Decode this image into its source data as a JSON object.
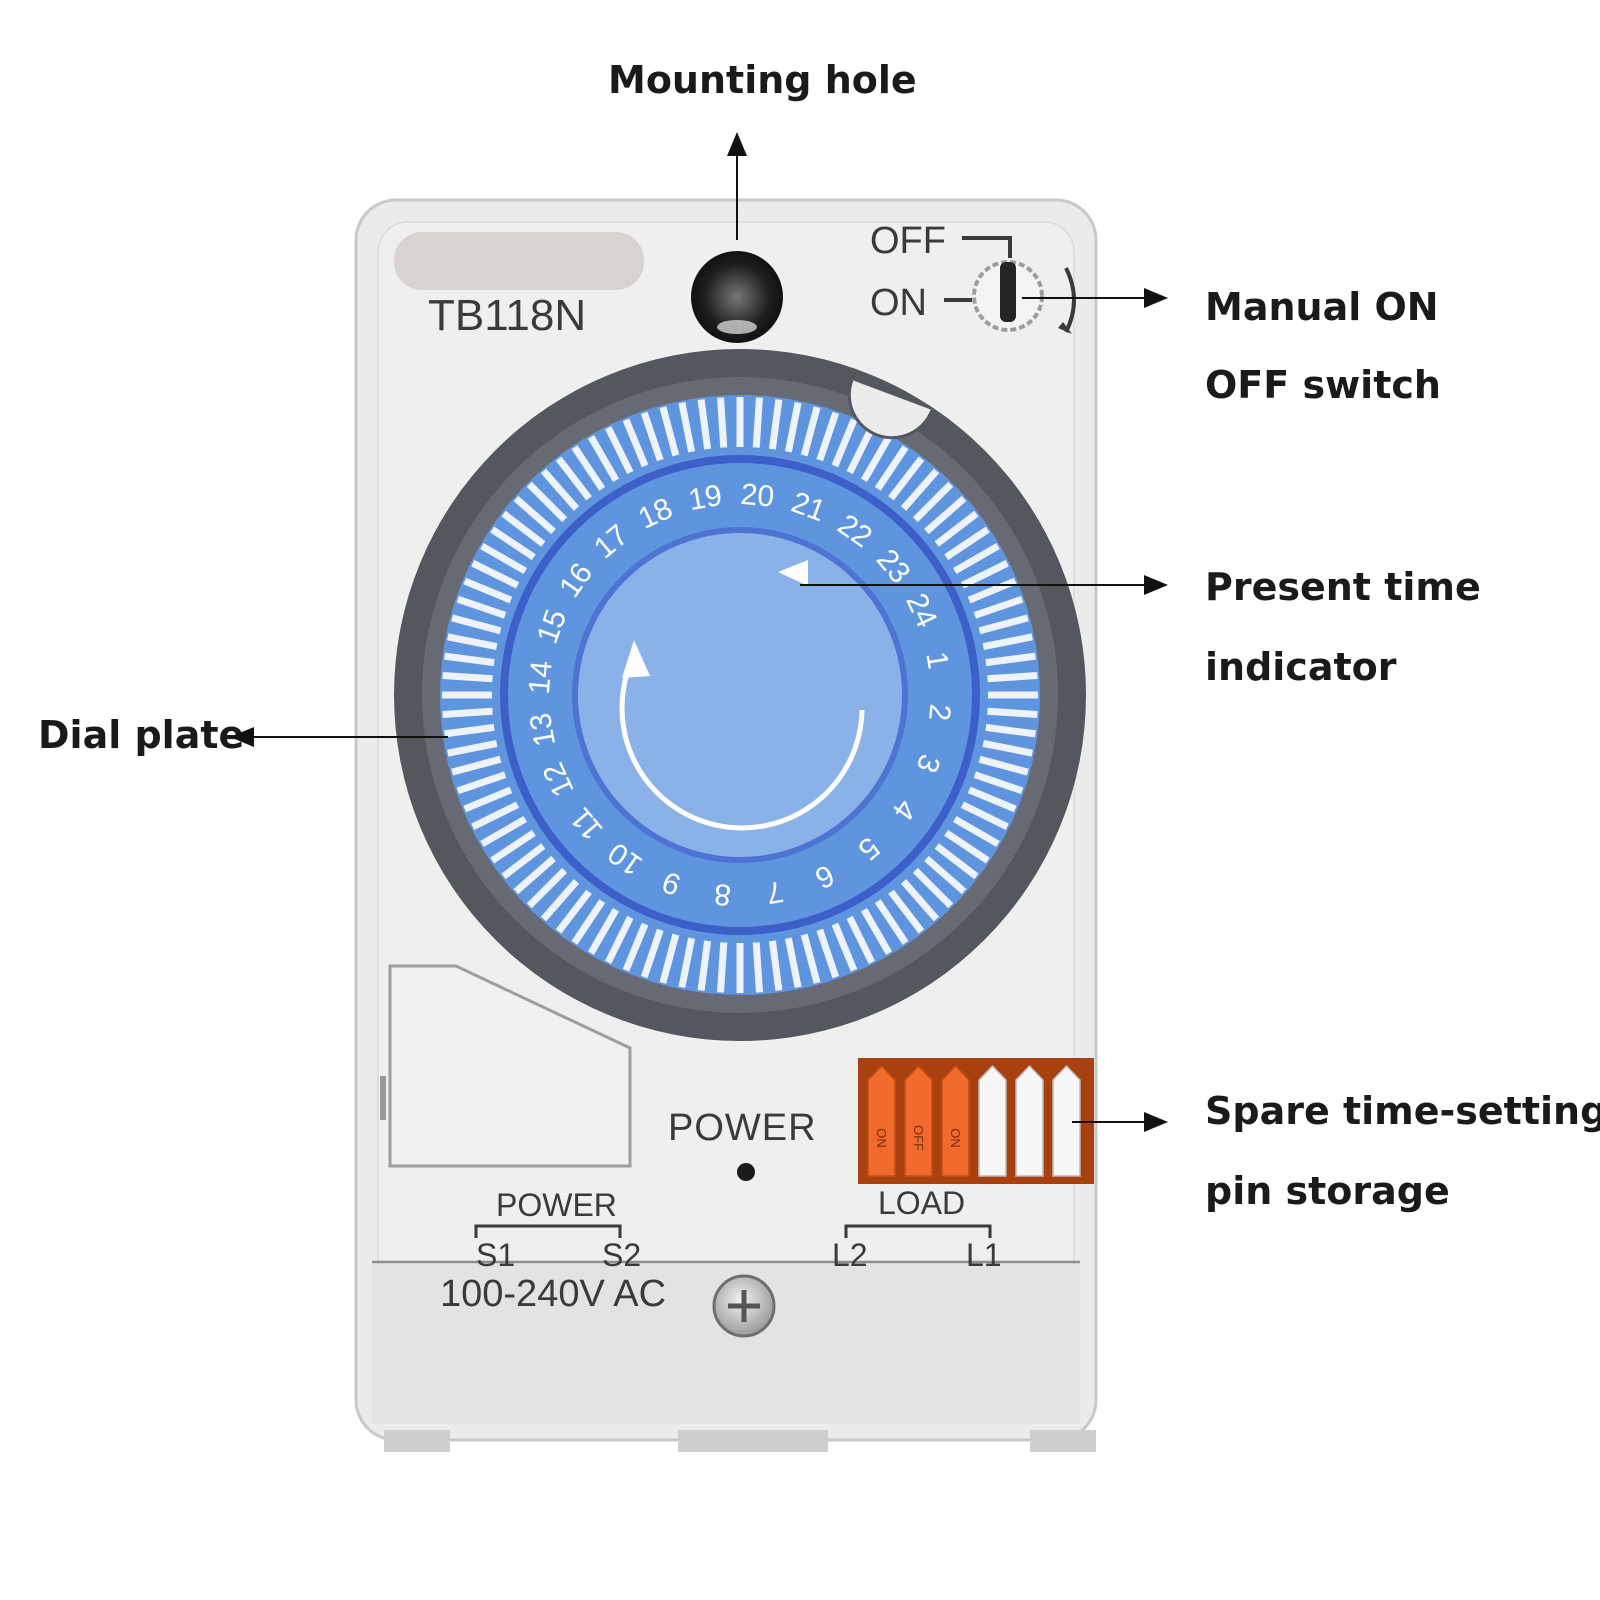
{
  "callouts": {
    "mounting_hole": "Mounting hole",
    "manual_switch_line1": "Manual ON",
    "manual_switch_line2": "OFF switch",
    "present_time_line1": "Present time",
    "present_time_line2": "indicator",
    "dial_plate": "Dial plate",
    "spare_pins_line1": "Spare time-setting",
    "spare_pins_line2": "pin storage"
  },
  "device": {
    "model": "TB118N",
    "switch_off": "OFF",
    "switch_on": "ON",
    "power_indicator": "POWER",
    "power_terminals_label": "POWER",
    "load_terminals_label": "LOAD",
    "terminal_s1": "S1",
    "terminal_s2": "S2",
    "terminal_l2": "L2",
    "terminal_l1": "L1",
    "voltage": "100-240V AC"
  },
  "dial": {
    "hours": [
      "1",
      "2",
      "3",
      "4",
      "5",
      "6",
      "7",
      "8",
      "9",
      "10",
      "11",
      "12",
      "13",
      "14",
      "15",
      "16",
      "17",
      "18",
      "19",
      "20",
      "21",
      "22",
      "23",
      "24"
    ]
  },
  "pins": {
    "orange_count": 3,
    "white_count": 3,
    "pin_labels": [
      "ON",
      "OFF",
      "ON"
    ]
  },
  "colors": {
    "housing": "#ebebeb",
    "bezel": "#55575e",
    "dial_blue": "#5f95df",
    "dial_center": "#8bb2e8",
    "pin_orange": "#ef6a2b",
    "pin_white": "#f7f7f7"
  }
}
